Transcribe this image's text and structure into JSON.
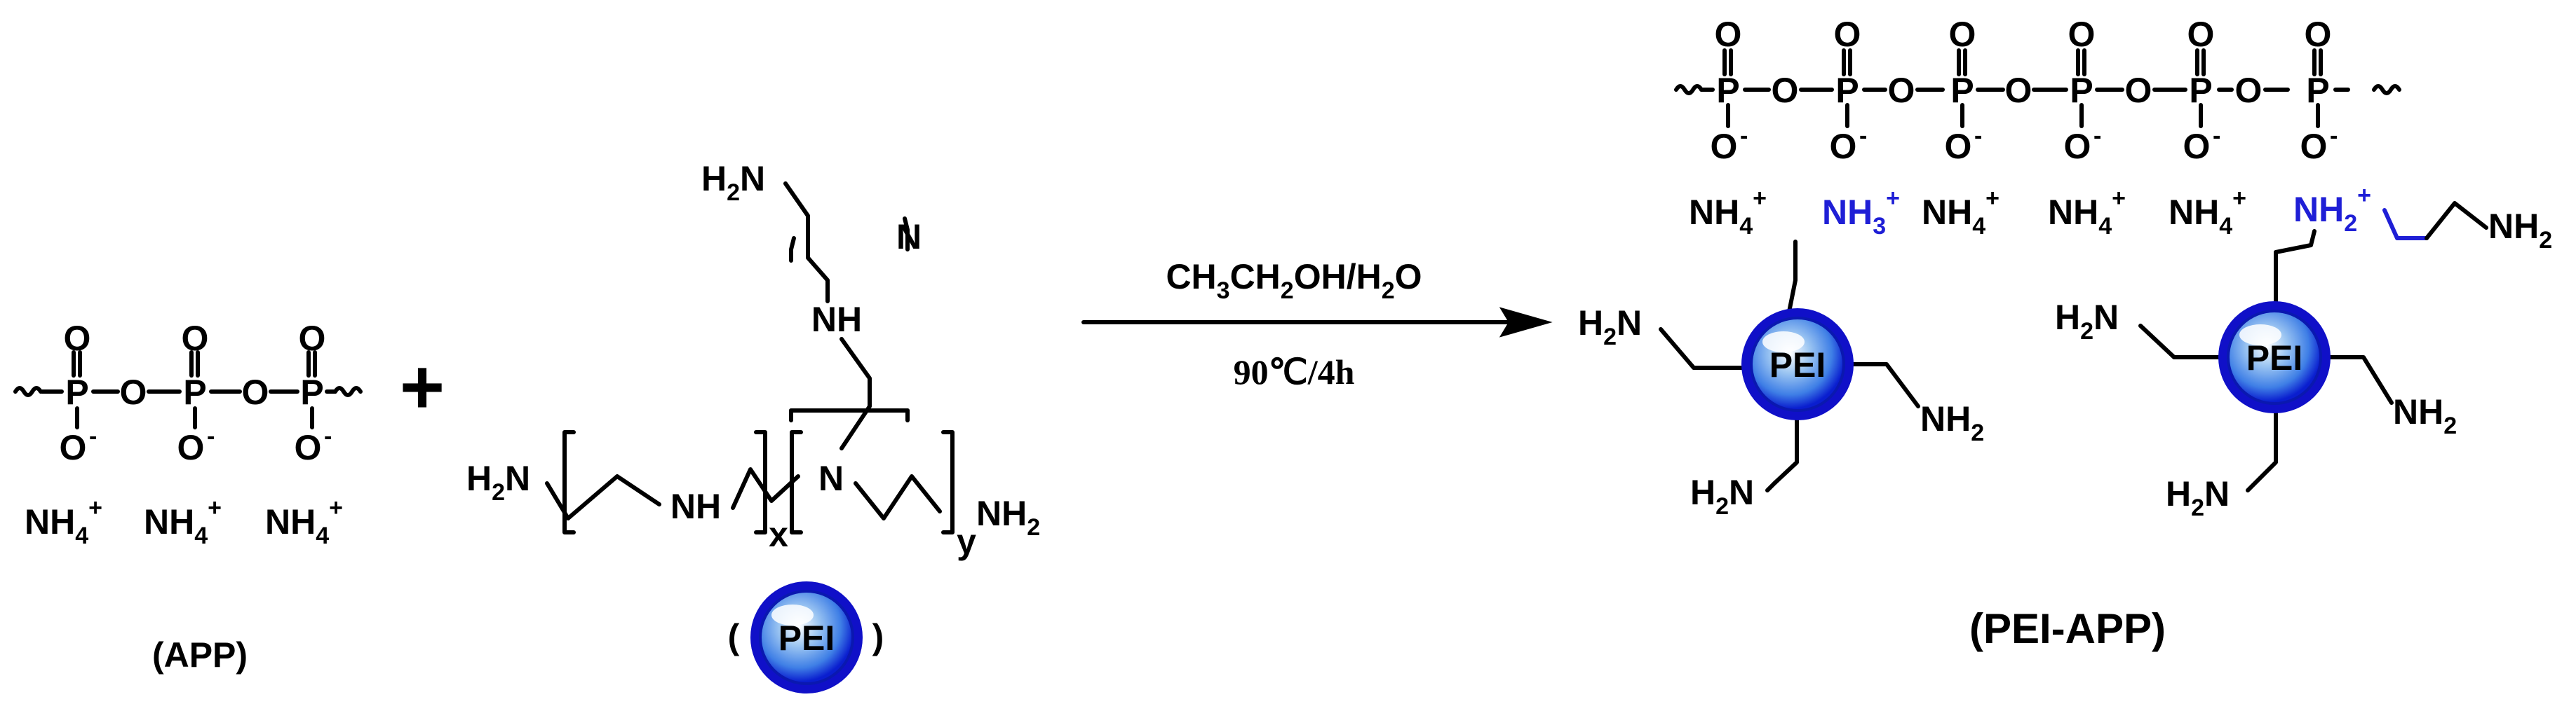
{
  "scheme": {
    "plus": "+",
    "sphere_label": "PEI",
    "app": {
      "atom_O": "O",
      "atom_P": "P",
      "anion_O": "O",
      "minus": "-",
      "cation": "NH",
      "cation_sub": "4",
      "cation_charge": "+",
      "caption": "(APP)"
    },
    "pei": {
      "top_amine": "H",
      "top_amine_sub": "2",
      "top_amine_N": "N",
      "branch_index": "N",
      "NH": "NH",
      "N": "N",
      "left_amine": "H",
      "left_amine_sub": "2",
      "left_amine_N": "N",
      "right_amine": "NH",
      "right_amine_sub": "2",
      "x": "x",
      "y": "y",
      "paren_open": "(",
      "paren_close": ")"
    },
    "arrow": {
      "solvent_a": "CH",
      "solvent_b": "3",
      "solvent_c": "CH",
      "solvent_d": "2",
      "solvent_e": "OH/H",
      "solvent_f": "2",
      "solvent_g": "O",
      "conditions": "90℃/4h"
    },
    "product": {
      "ammonium3": "NH",
      "ammonium3_sub": "3",
      "ammonium2": "NH",
      "ammonium2_sub": "2",
      "plus": "+",
      "amine_H": "H",
      "amine_N": "N",
      "amine_NH": "NH",
      "sub2": "2",
      "caption": "(PEI-APP)"
    }
  }
}
